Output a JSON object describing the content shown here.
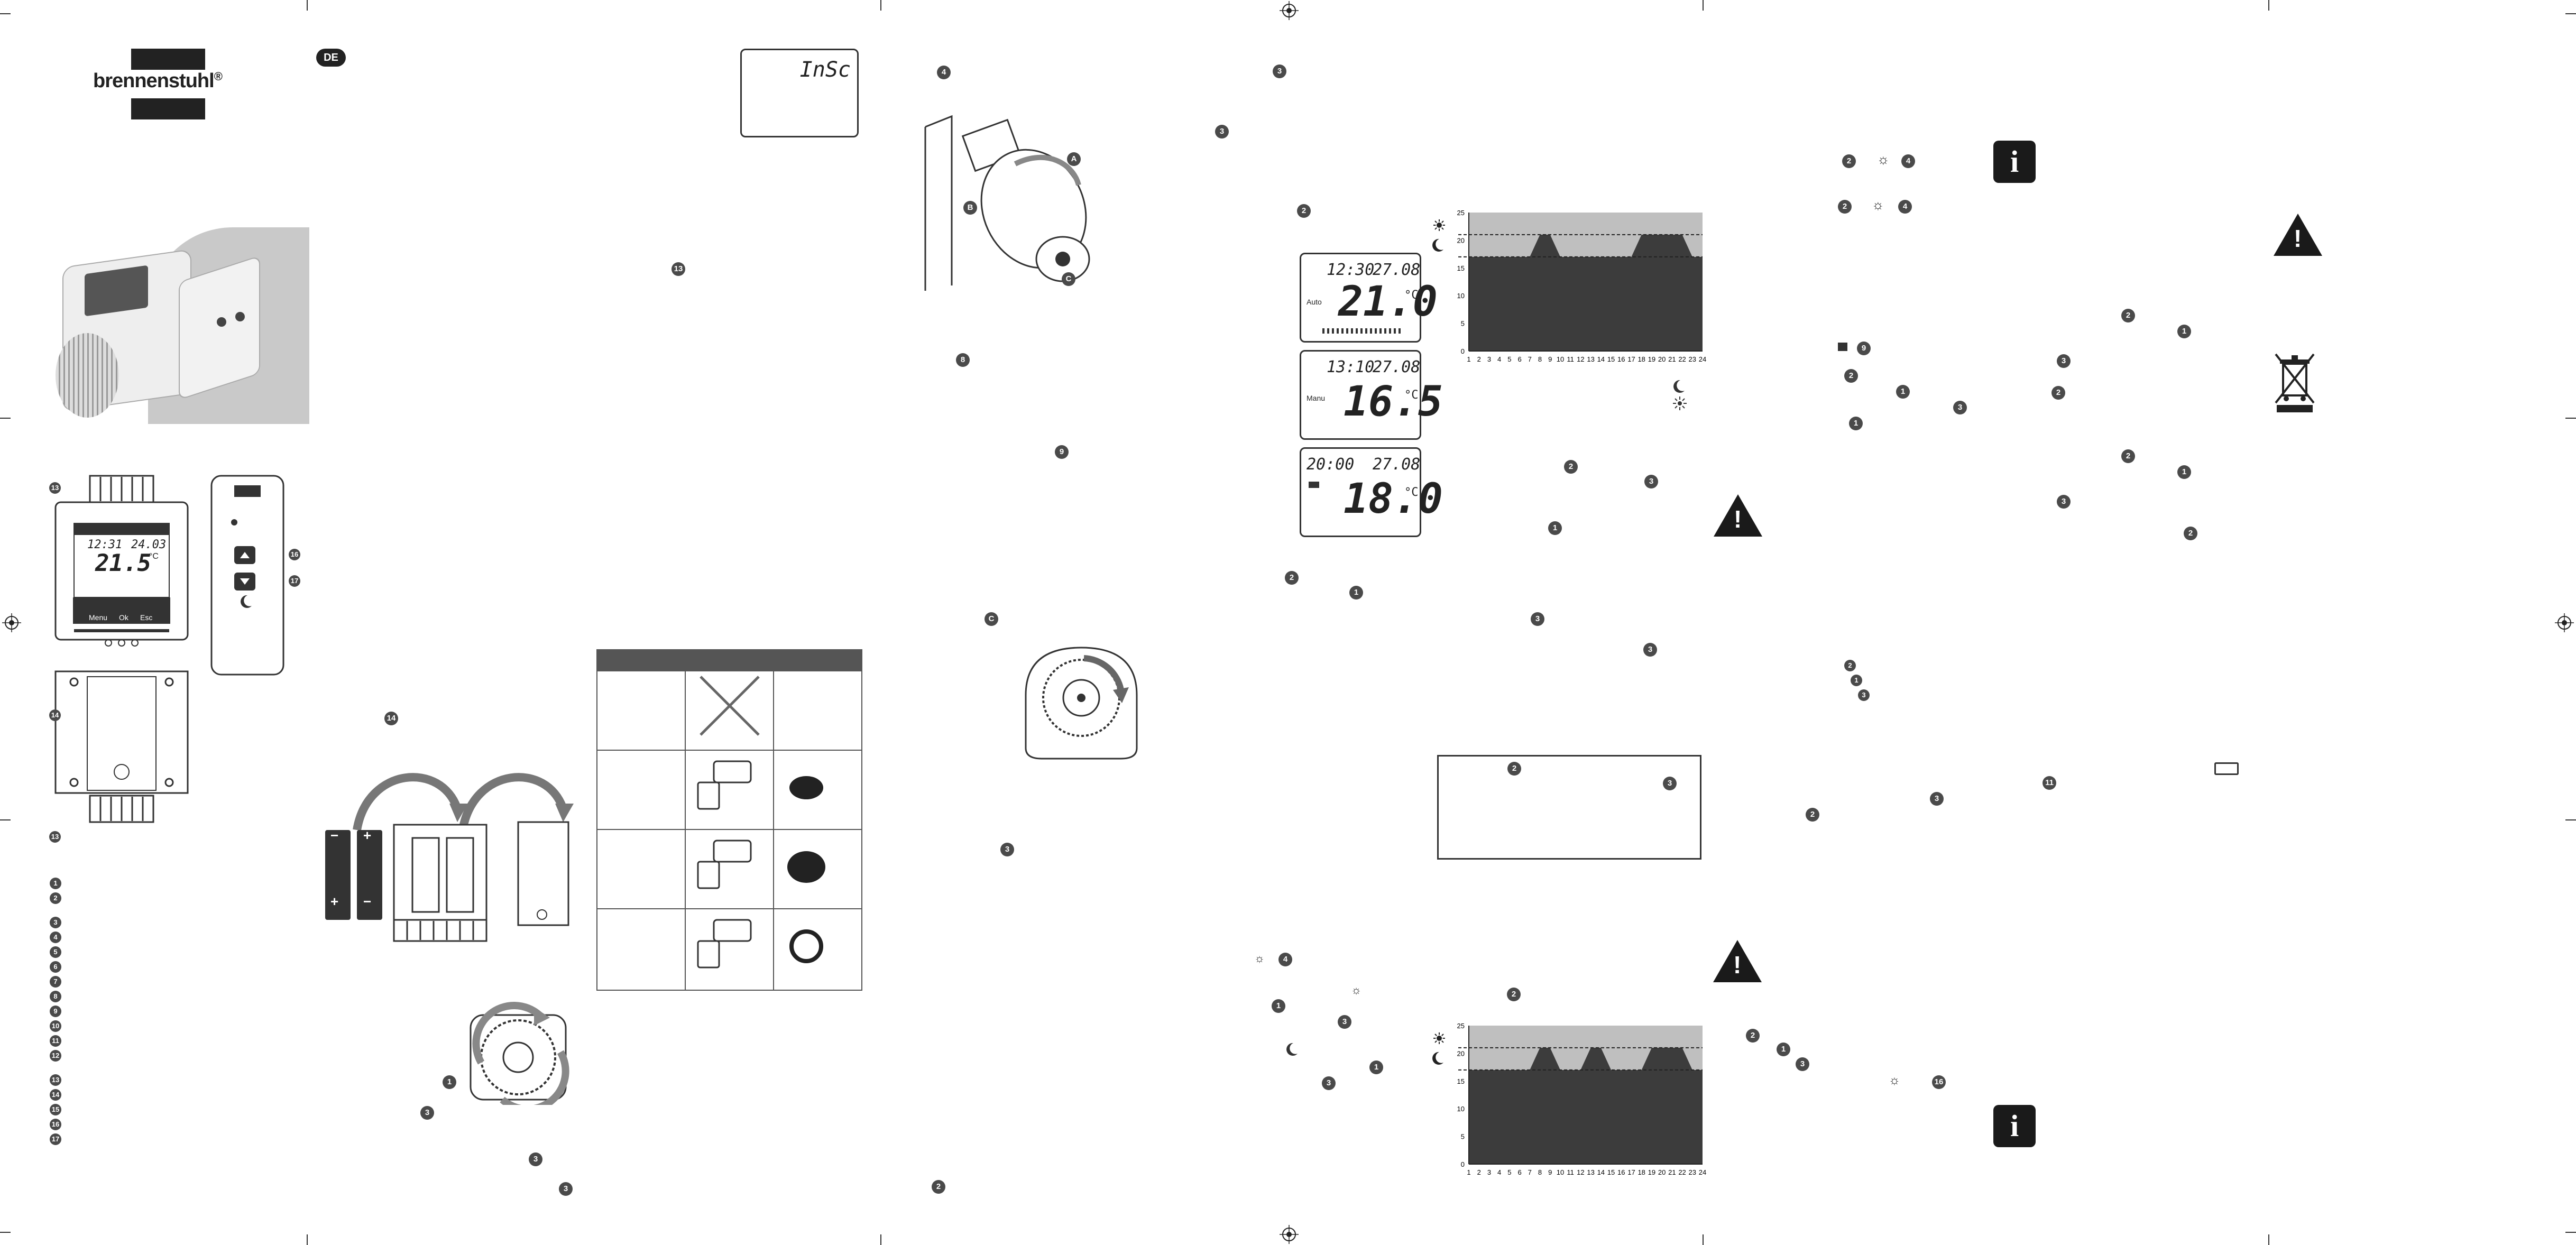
{
  "brand": {
    "name": "brennenstuhl",
    "registered": "®"
  },
  "lang_badge": "DE",
  "display_top_right": "InSc",
  "lcd_screens": [
    {
      "mode_label": "Auto",
      "time": "12:30",
      "date": "27.08",
      "temp": "21.0",
      "unit": "°C"
    },
    {
      "mode_label": "Manu",
      "time": "13:10",
      "date": "27.08",
      "temp": "16.5",
      "unit": "°C"
    },
    {
      "mode_label": "",
      "time": "20:00",
      "date": "27.08",
      "temp": "18.0",
      "unit": "°C"
    }
  ],
  "device_display": {
    "time": "12:31",
    "date": "24.03",
    "temp": "21.5",
    "unit": "°C"
  },
  "device_buttons": {
    "menu": "Menu",
    "ok": "Ok",
    "esc": "Esc"
  },
  "valve_labels": {
    "a": "A",
    "b": "B",
    "c": "C"
  },
  "battery_signs": {
    "plus": "+",
    "minus": "−"
  },
  "callouts": {
    "c1": "1",
    "c2": "2",
    "c3": "3",
    "c4": "4",
    "c8": "8",
    "c9": "9",
    "c11": "11",
    "c13": "13",
    "c14": "14",
    "c16": "16",
    "c17": "17"
  },
  "legend_numbers": [
    "1",
    "2",
    "3",
    "4",
    "5",
    "6",
    "7",
    "8",
    "9",
    "10",
    "11",
    "12",
    "13",
    "14",
    "15",
    "16",
    "17"
  ],
  "chart_data": [
    {
      "type": "area",
      "x": [
        1,
        2,
        3,
        4,
        5,
        6,
        7,
        8,
        9,
        10,
        11,
        12,
        13,
        14,
        15,
        16,
        17,
        18,
        19,
        20,
        21,
        22,
        23,
        24
      ],
      "x_tick_labels": [
        "1",
        "2",
        "3",
        "4",
        "5",
        "6",
        "7",
        "8",
        "9",
        "10",
        "11",
        "12",
        "13",
        "14",
        "15",
        "16",
        "17",
        "18",
        "19",
        "20",
        "21",
        "22",
        "23",
        "24"
      ],
      "y_tick_labels": [
        "0",
        "5",
        "10",
        "15",
        "20",
        "25"
      ],
      "ylim": [
        0,
        25
      ],
      "xlim": [
        1,
        24
      ],
      "series": [
        {
          "values": [
            17,
            17,
            17,
            17,
            17,
            17,
            17,
            21,
            21,
            17,
            17,
            17,
            17,
            17,
            17,
            17,
            17,
            21,
            21,
            21,
            21,
            21,
            17,
            17
          ]
        }
      ],
      "comfort_level": 21,
      "eco_level": 17,
      "grid": false,
      "legend_icons": [
        "sun-icon",
        "moon-icon"
      ]
    },
    {
      "type": "area",
      "x": [
        1,
        2,
        3,
        4,
        5,
        6,
        7,
        8,
        9,
        10,
        11,
        12,
        13,
        14,
        15,
        16,
        17,
        18,
        19,
        20,
        21,
        22,
        23,
        24
      ],
      "x_tick_labels": [
        "1",
        "2",
        "3",
        "4",
        "5",
        "6",
        "7",
        "8",
        "9",
        "10",
        "11",
        "12",
        "13",
        "14",
        "15",
        "16",
        "17",
        "18",
        "19",
        "20",
        "21",
        "22",
        "23",
        "24"
      ],
      "y_tick_labels": [
        "0",
        "5",
        "10",
        "15",
        "20",
        "25"
      ],
      "ylim": [
        0,
        25
      ],
      "xlim": [
        1,
        24
      ],
      "series": [
        {
          "values": [
            17,
            17,
            17,
            17,
            17,
            17,
            17,
            21,
            21,
            17,
            17,
            17,
            21,
            21,
            17,
            17,
            17,
            17,
            21,
            21,
            21,
            21,
            17,
            17
          ]
        }
      ],
      "comfort_level": 21,
      "eco_level": 17,
      "grid": false,
      "legend_icons": [
        "sun-icon",
        "moon-icon"
      ]
    }
  ]
}
